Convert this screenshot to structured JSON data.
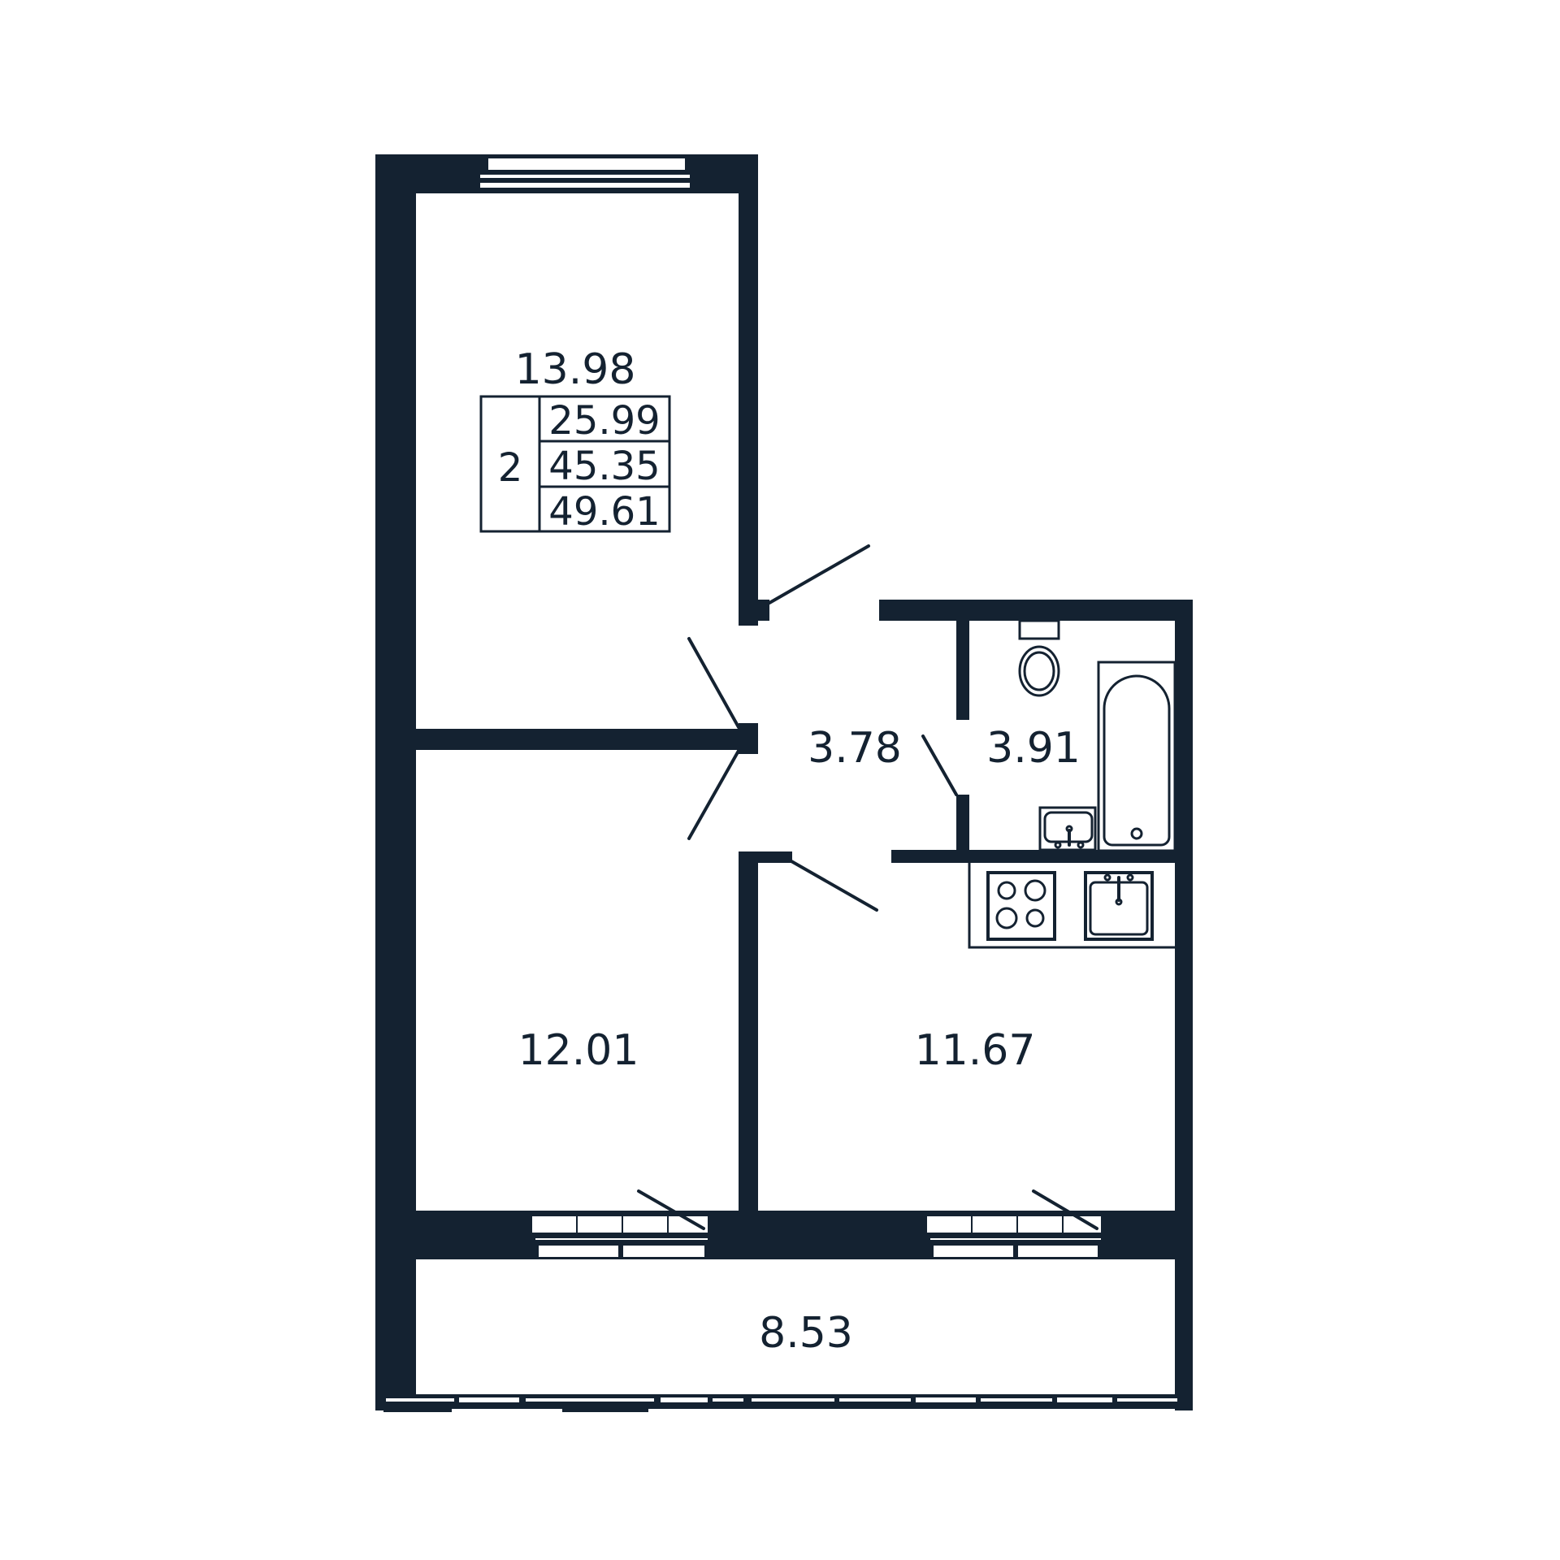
{
  "plan": {
    "colors": {
      "wall": "#142231",
      "background": "#ffffff"
    },
    "rooms": [
      {
        "id": "bedroom-top",
        "area": "13.98"
      },
      {
        "id": "bedroom-bottom",
        "area": "12.01"
      },
      {
        "id": "hallway",
        "area": "3.78"
      },
      {
        "id": "bathroom",
        "area": "3.91"
      },
      {
        "id": "kitchen",
        "area": "11.67"
      },
      {
        "id": "balcony",
        "area": "8.53"
      }
    ],
    "summary": {
      "rooms_count": "2",
      "living_area": "25.99",
      "total_area": "45.35",
      "total_with_balcony": "49.61"
    },
    "fixtures": [
      "toilet-icon",
      "bathtub-icon",
      "washbasin-icon",
      "stove-icon",
      "kitchen-sink-icon"
    ]
  }
}
